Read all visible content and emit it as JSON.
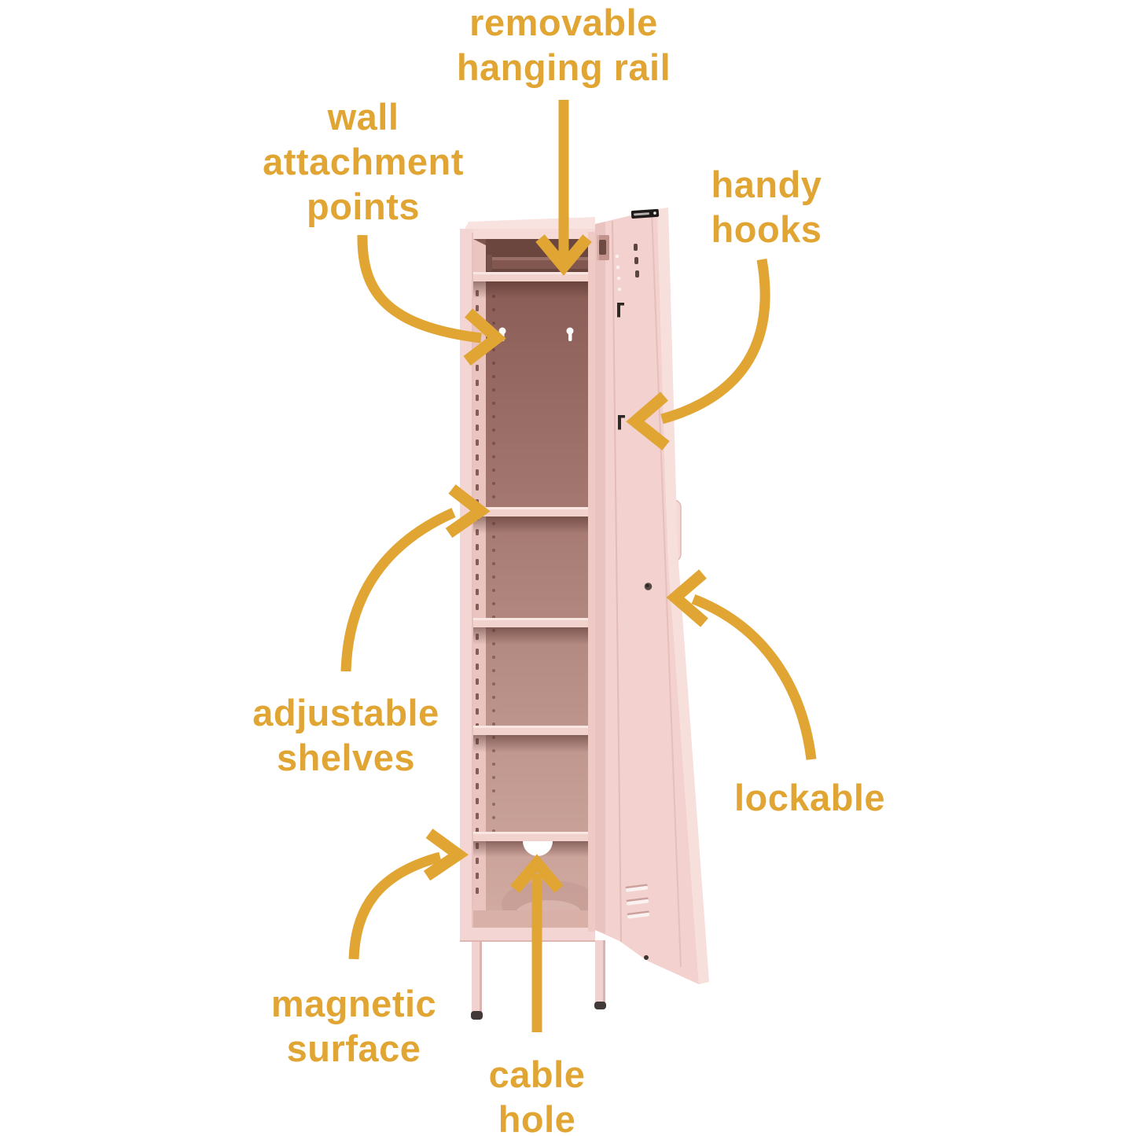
{
  "background_color": "#ffffff",
  "accent_color": "#E1A534",
  "illustration": {
    "subject": "tall single-door pink locker with door open",
    "body_color": "#F4D7D5",
    "interior_color": "#A87C74",
    "shelf_color": "#F2D2CC",
    "shelf_count": 4,
    "wall_attachment_point_count": 2,
    "door_hook_count": 2,
    "vent_slat_count": 3,
    "visible_leg_count": 2
  },
  "annotations": {
    "hanging_rail": {
      "text": "removable\nhanging rail"
    },
    "wall_attachment": {
      "text": "wall\nattachment\npoints"
    },
    "handy_hooks": {
      "text": "handy\nhooks"
    },
    "adjustable_shelves": {
      "text": "adjustable\nshelves"
    },
    "lockable": {
      "text": "lockable"
    },
    "magnetic_surface": {
      "text": "magnetic\nsurface"
    },
    "cable_hole": {
      "text": "cable\nhole"
    }
  }
}
